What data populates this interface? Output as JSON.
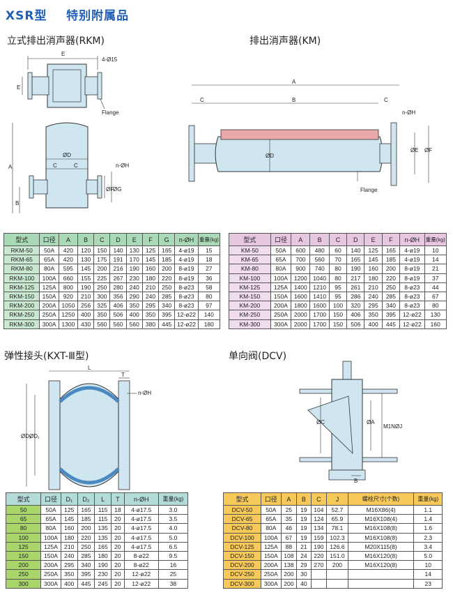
{
  "page_title": "XSR型    特别附属品",
  "rkm": {
    "title": "立式排出消声器(RKM)",
    "labels": {
      "E": "E",
      "E_side": "E",
      "hole": "4-Ø15",
      "flange": "Flange",
      "A": "A",
      "B": "B",
      "C1": "C",
      "C2": "C",
      "D": "ØD",
      "nH": "n-ØH",
      "F": "ØF",
      "G": "ØG"
    },
    "headers": [
      "型式",
      "口径",
      "A",
      "B",
      "C",
      "D",
      "E",
      "F",
      "G",
      "n-ØH",
      "重量(kg)"
    ],
    "rows": [
      [
        "RKM-50",
        "50A",
        "420",
        "120",
        "150",
        "140",
        "130",
        "125",
        "165",
        "4-ø19",
        "15"
      ],
      [
        "RKM-65",
        "65A",
        "420",
        "130",
        "175",
        "191",
        "170",
        "145",
        "185",
        "4-ø19",
        "18"
      ],
      [
        "RKM-80",
        "80A",
        "595",
        "145",
        "200",
        "216",
        "190",
        "160",
        "200",
        "8-ø19",
        "27"
      ],
      [
        "RKM-100",
        "100A",
        "660",
        "155",
        "225",
        "267",
        "230",
        "180",
        "220",
        "8-ø19",
        "36"
      ],
      [
        "RKM-125",
        "125A",
        "800",
        "190",
        "250",
        "280",
        "240",
        "210",
        "250",
        "8-ø23",
        "58"
      ],
      [
        "RKM-150",
        "150A",
        "920",
        "210",
        "300",
        "356",
        "290",
        "240",
        "285",
        "8-ø23",
        "80"
      ],
      [
        "RKM-200",
        "200A",
        "1050",
        "256",
        "325",
        "406",
        "350",
        "295",
        "340",
        "8-ø23",
        "97"
      ],
      [
        "RKM-250",
        "250A",
        "1250",
        "400",
        "350",
        "506",
        "400",
        "350",
        "395",
        "12-ø22",
        "140"
      ],
      [
        "RKM-300",
        "300A",
        "1300",
        "430",
        "560",
        "560",
        "560",
        "380",
        "445",
        "12-ø22",
        "180"
      ]
    ]
  },
  "km": {
    "title": "排出消声器(KM)",
    "labels": {
      "A": "A",
      "B": "B",
      "C1": "C",
      "C2": "C",
      "D": "ØD",
      "E": "ØE",
      "F": "ØF",
      "nH": "n-ØH",
      "flange": "Flange"
    },
    "headers": [
      "型式",
      "口径",
      "A",
      "B",
      "C",
      "D",
      "E",
      "F",
      "n-ØH",
      "重量(kg)"
    ],
    "rows": [
      [
        "KM-50",
        "50A",
        "600",
        "480",
        "60",
        "140",
        "125",
        "165",
        "4-ø19",
        "10"
      ],
      [
        "KM-65",
        "65A",
        "700",
        "560",
        "70",
        "165",
        "145",
        "185",
        "4-ø19",
        "14"
      ],
      [
        "KM-80",
        "80A",
        "900",
        "740",
        "80",
        "190",
        "160",
        "200",
        "8-ø19",
        "21"
      ],
      [
        "KM-100",
        "100A",
        "1200",
        "1040",
        "80",
        "217",
        "180",
        "220",
        "8-ø19",
        "37"
      ],
      [
        "KM-125",
        "125A",
        "1400",
        "1210",
        "95",
        "261",
        "210",
        "250",
        "8-ø23",
        "44"
      ],
      [
        "KM-150",
        "150A",
        "1600",
        "1410",
        "95",
        "286",
        "240",
        "285",
        "8-ø23",
        "67"
      ],
      [
        "KM-200",
        "200A",
        "1800",
        "1600",
        "100",
        "320",
        "295",
        "340",
        "8-ø23",
        "80"
      ],
      [
        "KM-250",
        "250A",
        "2000",
        "1700",
        "150",
        "406",
        "350",
        "395",
        "12-ø22",
        "130"
      ],
      [
        "KM-300",
        "300A",
        "2000",
        "1700",
        "150",
        "506",
        "400",
        "445",
        "12-ø22",
        "160"
      ]
    ]
  },
  "kxt": {
    "title": "弹性接头(KXT-Ⅲ型)",
    "labels": {
      "L": "L",
      "T": "T",
      "nH": "n-ØH",
      "D1": "ØD₁",
      "D2": "ØD₂"
    },
    "headers": [
      "型式",
      "口径",
      "D₁",
      "D₂",
      "L",
      "T",
      "n-ØH",
      "重量(kg)"
    ],
    "rows": [
      [
        "50",
        "50A",
        "125",
        "165",
        "115",
        "18",
        "4-ø17.5",
        "3.0"
      ],
      [
        "65",
        "65A",
        "145",
        "185",
        "115",
        "20",
        "4-ø17.5",
        "3.5"
      ],
      [
        "80",
        "80A",
        "160",
        "200",
        "135",
        "20",
        "4-ø17.5",
        "4.0"
      ],
      [
        "100",
        "100A",
        "180",
        "220",
        "135",
        "20",
        "4-ø17.5",
        "5.0"
      ],
      [
        "125",
        "125A",
        "210",
        "250",
        "165",
        "20",
        "4-ø17.5",
        "6.5"
      ],
      [
        "150",
        "150A",
        "240",
        "285",
        "180",
        "20",
        "8-ø22",
        "9.5"
      ],
      [
        "200",
        "200A",
        "295",
        "340",
        "190",
        "20",
        "8-ø22",
        "16"
      ],
      [
        "250",
        "250A",
        "350",
        "395",
        "230",
        "20",
        "12-ø22",
        "25"
      ],
      [
        "300",
        "300A",
        "400",
        "445",
        "245",
        "20",
        "12-ø22",
        "38"
      ]
    ]
  },
  "dcv": {
    "title": "单向阀(DCV)",
    "labels": {
      "C": "ØC",
      "A": "ØA",
      "J": "M1NØJ",
      "B": "B"
    },
    "headers": [
      "型式",
      "口径",
      "A",
      "B",
      "C",
      "J",
      "螺栓尺寸(个数)",
      "重量(kg)"
    ],
    "rows": [
      [
        "DCV-50",
        "50A",
        "25",
        "19",
        "104",
        "52.7",
        "M16X86(4)",
        "1.1"
      ],
      [
        "DCV-65",
        "65A",
        "35",
        "19",
        "124",
        "65.9",
        "M16X108(4)",
        "1.4"
      ],
      [
        "DCV-80",
        "80A",
        "46",
        "19",
        "134",
        "78.1",
        "M16X108(8)",
        "1.6"
      ],
      [
        "DCV-100",
        "100A",
        "67",
        "19",
        "159",
        "102.3",
        "M16X108(8)",
        "2.3"
      ],
      [
        "DCV-125",
        "125A",
        "88",
        "21",
        "190",
        "126.6",
        "M20X115(8)",
        "3.4"
      ],
      [
        "DCV-150",
        "150A",
        "108",
        "24",
        "220",
        "151.0",
        "M16X120(8)",
        "5.0"
      ],
      [
        "DCV-200",
        "200A",
        "138",
        "29",
        "270",
        "200",
        "M16X120(8)",
        "10"
      ],
      [
        "DCV-250",
        "250A",
        "200",
        "30",
        "",
        "",
        "",
        "14"
      ],
      [
        "DCV-300",
        "300A",
        "200",
        "40",
        "",
        "",
        "",
        "23"
      ]
    ]
  }
}
